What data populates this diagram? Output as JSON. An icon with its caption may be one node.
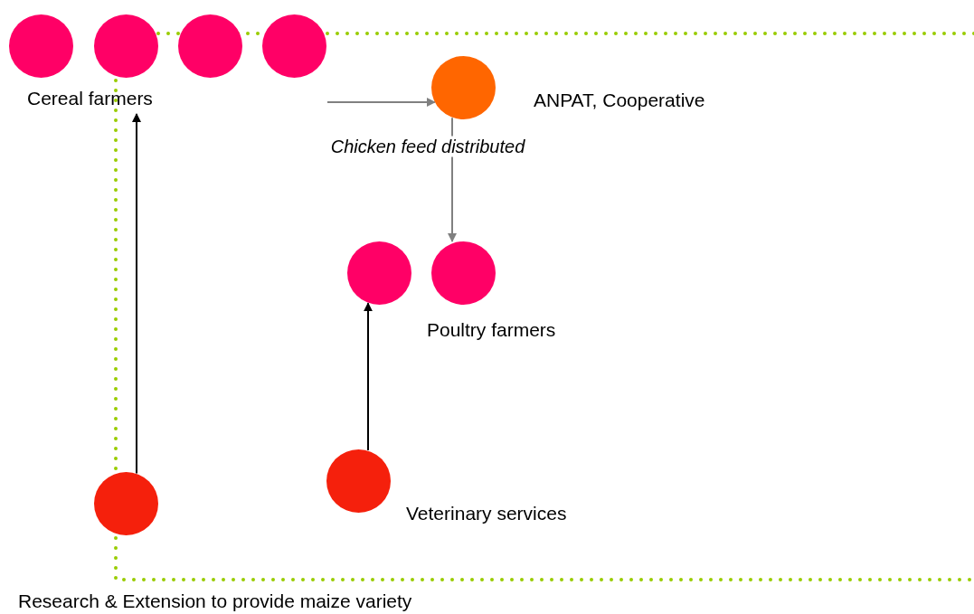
{
  "diagram": {
    "nodes": [
      {
        "text": [
          "Cereal farmers"
        ]
      },
      {
        "text": [],
        "shape": "circle",
        "in": 0
      },
      {
        "text": [],
        "shape": "circle",
        "in": 0
      },
      {
        "text": [],
        "shape": "circle",
        "in": 0
      },
      {
        "text": [],
        "shape": "circle",
        "in": 0
      },
      {
        "text": [],
        "shape": "circle",
        "beside": [
          "ANPAT, Cooperative"
        ]
      },
      {
        "text": [
          "Poultry farmers"
        ]
      },
      {
        "text": [],
        "shape": "circle",
        "in": 6
      },
      {
        "text": [],
        "shape": "circle",
        "in": 6
      },
      {
        "text": [],
        "shape": "circle",
        "beside": [
          "Research & Extension to provide maize variety"
        ]
      },
      {
        "text": [],
        "shape": "circle",
        "beside": [
          "Veterinary services"
        ]
      }
    ],
    "edges": [
      {
        "from": 0,
        "to": 5,
        "arrow": "to",
        "color": "#808080"
      },
      {
        "from": 5,
        "to": 6,
        "arrow": "to",
        "color": "#808080",
        "label": "Chicken feed distributed"
      },
      {
        "from": 9,
        "to": 0,
        "arrow": "to",
        "color": "#000000"
      },
      {
        "from": 10,
        "to": 7,
        "arrow": "to",
        "color": "#000000"
      }
    ]
  }
}
